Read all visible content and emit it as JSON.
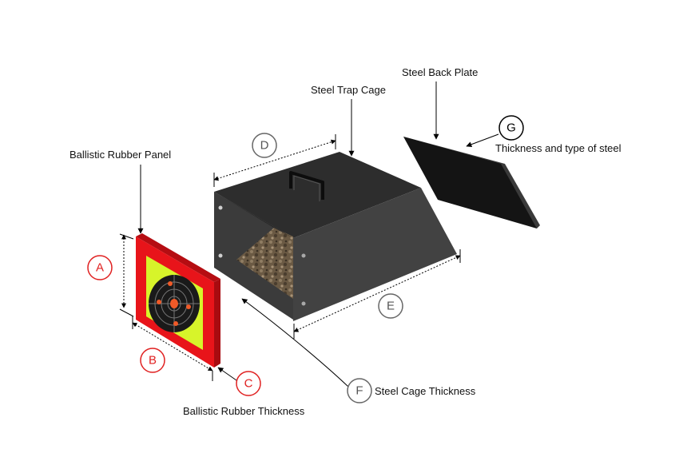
{
  "labels": {
    "ballistic_rubber_panel": "Ballistic Rubber Panel",
    "steel_trap_cage": "Steel Trap Cage",
    "steel_back_plate": "Steel Back Plate",
    "thickness_and_type_of_steel": "Thickness and type of steel",
    "steel_cage_thickness": "Steel Cage Thickness",
    "ballistic_rubber_thickness": "Ballistic Rubber Thickness"
  },
  "markers": {
    "a": "A",
    "b": "B",
    "c": "C",
    "d": "D",
    "e": "E",
    "f": "F",
    "g": "G"
  },
  "colors": {
    "red_marker": "#e02020",
    "grey_marker": "#666666",
    "black_marker": "#000000",
    "rubber_red": "#e8141a",
    "rubber_yellow": "#d7f42a",
    "steel_dark": "#363636",
    "back_plate": "#141414"
  }
}
